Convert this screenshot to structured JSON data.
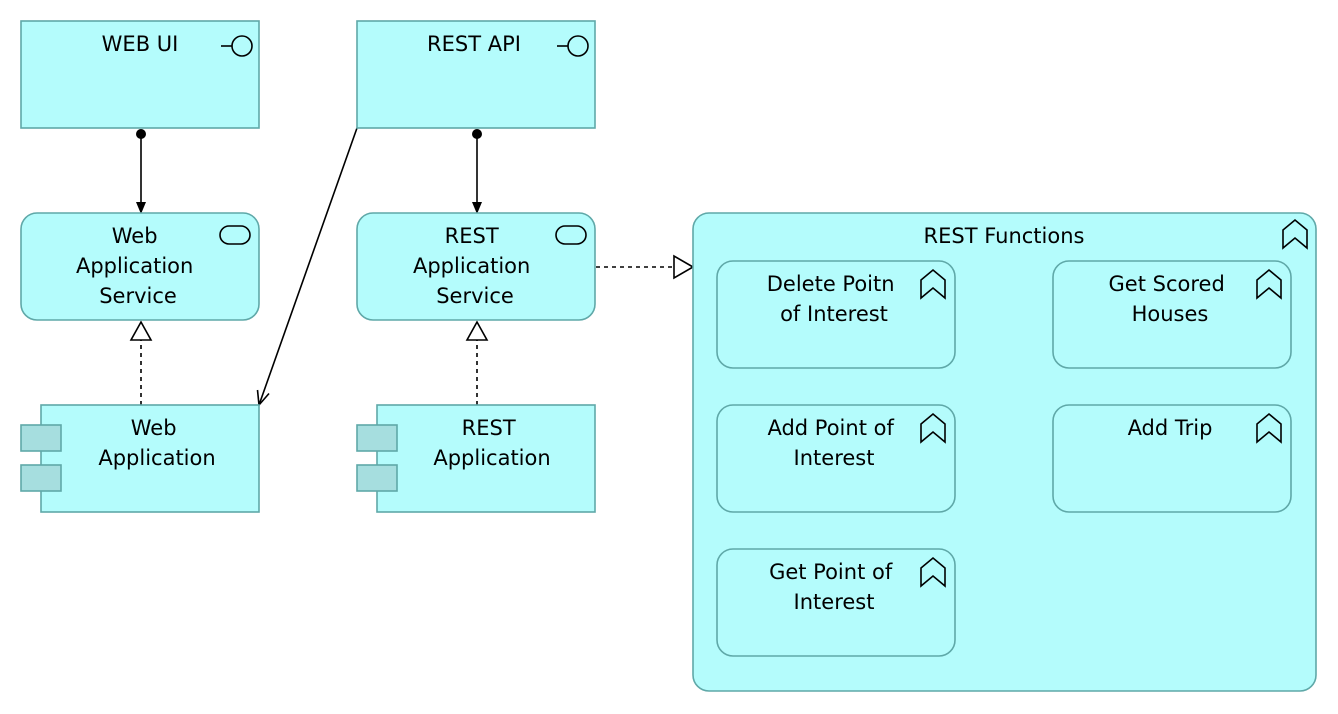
{
  "diagram": {
    "nodes": {
      "web_ui": {
        "type": "application-interface",
        "lines": [
          "WEB UI"
        ]
      },
      "rest_api": {
        "type": "application-interface",
        "lines": [
          "REST API"
        ]
      },
      "web_app_service": {
        "type": "application-service",
        "lines": [
          "Web",
          "Application",
          "Service"
        ]
      },
      "rest_app_service": {
        "type": "application-service",
        "lines": [
          "REST",
          "Application",
          "Service"
        ]
      },
      "web_application": {
        "type": "application-component",
        "lines": [
          "Web",
          "Application"
        ]
      },
      "rest_application": {
        "type": "application-component",
        "lines": [
          "REST",
          "Application"
        ]
      },
      "rest_functions": {
        "type": "application-function-group",
        "lines": [
          "REST Functions"
        ]
      },
      "delete_poi": {
        "type": "application-function",
        "lines": [
          "Delete Poitn",
          "of Interest"
        ]
      },
      "get_scored_houses": {
        "type": "application-function",
        "lines": [
          "Get Scored",
          "Houses"
        ]
      },
      "add_poi": {
        "type": "application-function",
        "lines": [
          "Add Point of",
          "Interest"
        ]
      },
      "add_trip": {
        "type": "application-function",
        "lines": [
          "Add Trip"
        ]
      },
      "get_poi": {
        "type": "application-function",
        "lines": [
          "Get Point of",
          "Interest"
        ]
      }
    },
    "edges": [
      {
        "from": "web_ui",
        "to": "web_app_service",
        "type": "assignment"
      },
      {
        "from": "rest_api",
        "to": "rest_app_service",
        "type": "assignment"
      },
      {
        "from": "rest_api",
        "to": "web_application",
        "type": "serving"
      },
      {
        "from": "web_application",
        "to": "web_app_service",
        "type": "realization"
      },
      {
        "from": "rest_application",
        "to": "rest_app_service",
        "type": "realization"
      },
      {
        "from": "rest_app_service",
        "to": "rest_functions",
        "type": "realization"
      }
    ],
    "colors": {
      "fill": "#b4fcfc",
      "stroke": "#5fa8a8",
      "tab_fill": "#a6dedf",
      "line": "#000000"
    }
  }
}
